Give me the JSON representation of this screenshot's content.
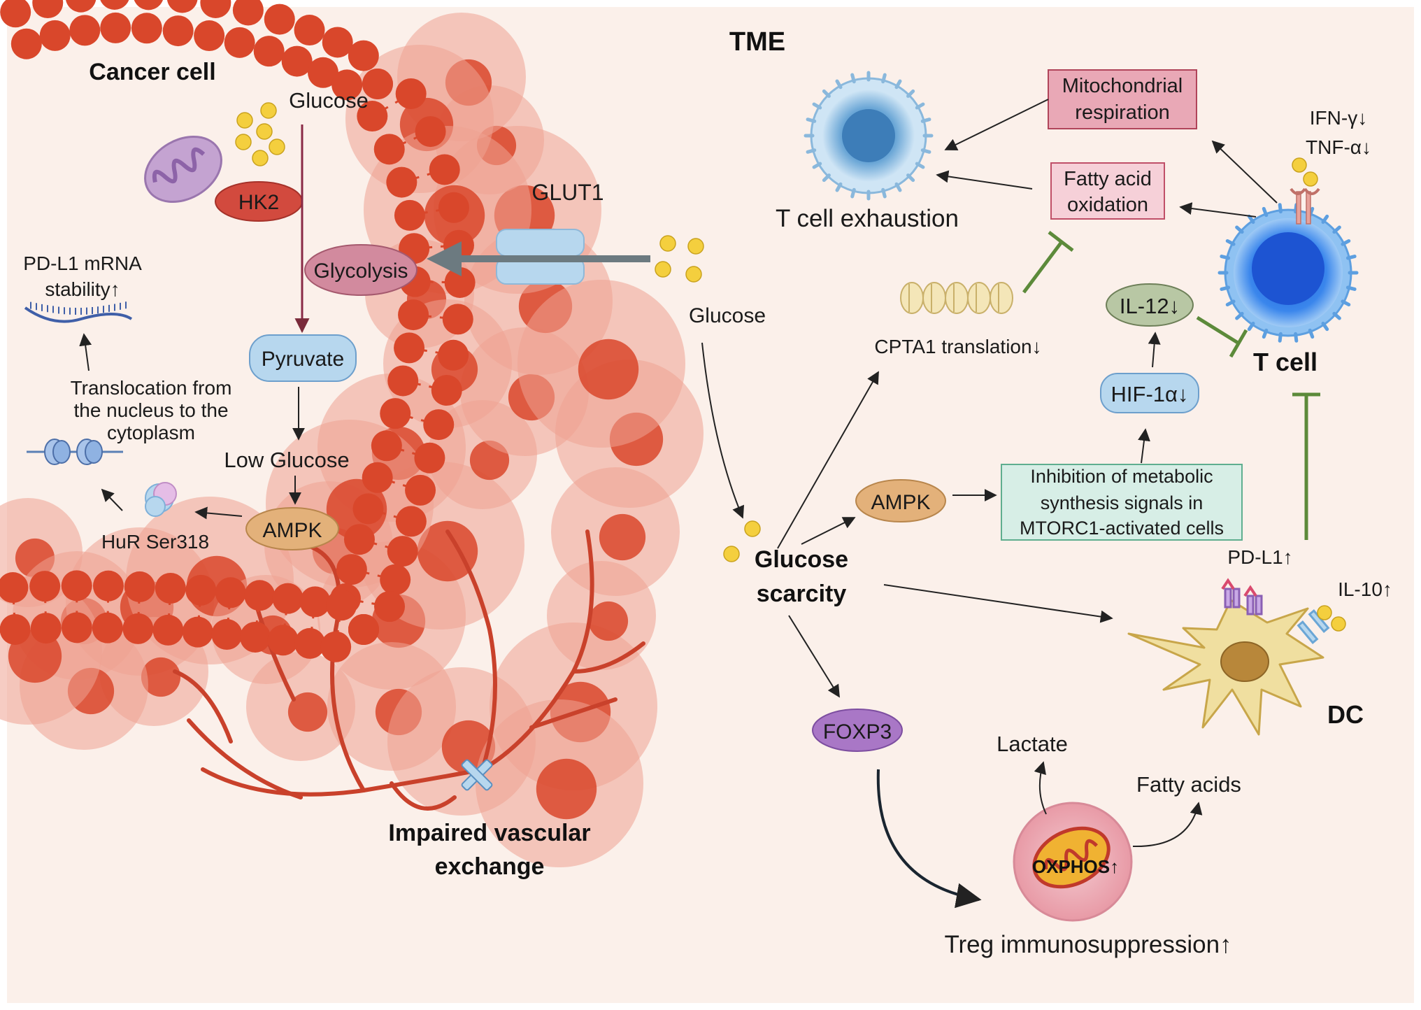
{
  "colors": {
    "background": "#fbf0ea",
    "membrane": "#d9472b",
    "cell_body": "#eea292",
    "arrow": "#222222",
    "inhibit": "#5c8a3a",
    "glucose": "#f4cf3e",
    "pink_box": "#e9a8b6",
    "teal_box": "#d7eee6",
    "blue_pill": "#b7d7ee",
    "tan_oval": "#e3b17a",
    "glycolysis_oval": "#d28a9e",
    "foxp3_oval": "#a977c6",
    "il12_oval": "#b8c7a4",
    "hk2_oval": "#d24a3e"
  },
  "icons": [
    "mitochondrion-icon",
    "glucose-icon",
    "glut1-transporter-icon",
    "mrna-icon",
    "ribosome-icon",
    "hur-protein-icon",
    "t-cell-icon",
    "exhausted-t-cell-icon",
    "dendritic-cell-icon",
    "treg-mitochondrion-icon",
    "vascular-block-icon",
    "receptor-icon",
    "cpt1a-helix-icon"
  ],
  "labels": {
    "tme": "TME",
    "cancer_cell": "Cancer cell",
    "glucose_top": "Glucose",
    "hk2": "HK2",
    "glut1": "GLUT1",
    "glycolysis": "Glycolysis",
    "pdl1_mrna_line1": "PD-L1 mRNA",
    "pdl1_mrna_line2": "stability↑",
    "pyruvate": "Pyruvate",
    "translocation_line1": "Translocation from",
    "translocation_line2": "the nucleus to the",
    "translocation_line3": "cytoplasm",
    "low_glucose": "Low Glucose",
    "ampk_left": "AMPK",
    "hur": "HuR Ser318",
    "glucose_right": "Glucose",
    "impaired_line1": "Impaired vascular",
    "impaired_line2": "exchange",
    "glucose_scarcity_line1": "Glucose",
    "glucose_scarcity_line2": "scarcity",
    "mito_resp_line1": "Mitochondrial",
    "mito_resp_line2": "respiration",
    "fao_line1": "Fatty acid",
    "fao_line2": "oxidation",
    "t_cell_exhaustion": "T cell exhaustion",
    "ifn": "IFN-γ↓",
    "tnf": "TNF-α↓",
    "cpta1": "CPTA1 translation↓",
    "il12": "IL-12↓",
    "t_cell": "T cell",
    "hif": "HIF-1α↓",
    "ampk_right": "AMPK",
    "inhibition_line1": "Inhibition of metabolic",
    "inhibition_line2": "synthesis signals in",
    "inhibition_line3": "MTORC1-activated cells",
    "pdl1_up": "PD-L1↑",
    "il10": "IL-10↑",
    "dc": "DC",
    "foxp3": "FOXP3",
    "lactate": "Lactate",
    "fatty_acids": "Fatty acids",
    "oxphos": "OXPHOS↑",
    "treg": "Treg immunosuppression↑"
  }
}
